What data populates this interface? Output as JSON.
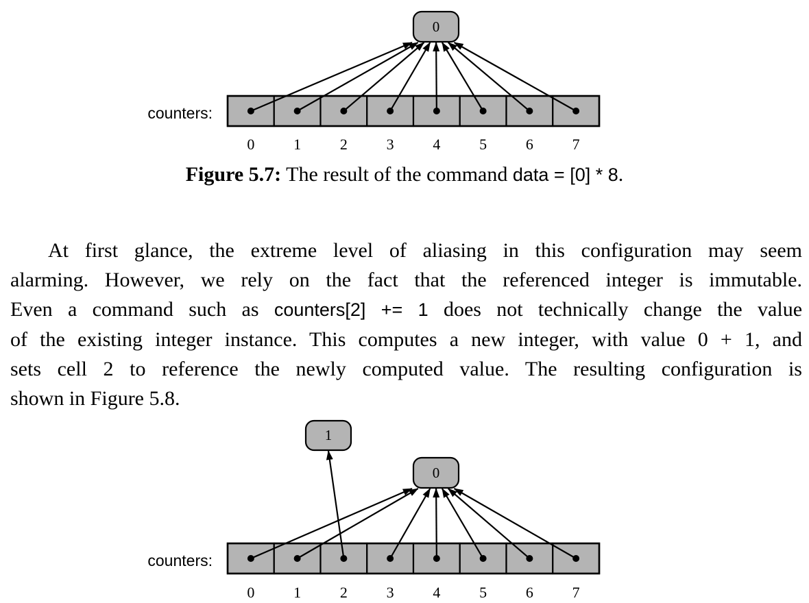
{
  "figure_5_7": {
    "array_label": "counters:",
    "node_value": "0",
    "indices": [
      "0",
      "1",
      "2",
      "3",
      "4",
      "5",
      "6",
      "7"
    ],
    "cell_targets": [
      "0",
      "0",
      "0",
      "0",
      "0",
      "0",
      "0",
      "0"
    ],
    "caption": {
      "label": "Figure 5.7:",
      "text": "The result of the command",
      "code": "data = [0] * 8",
      "end": "."
    }
  },
  "paragraph": {
    "lines": [
      "At first glance, the extreme level of aliasing in this configuration may seem",
      "alarming.  However, we rely on the fact that the referenced integer is immutable.",
      "of the existing integer instance. This computes a new integer, with value 0 + 1, and",
      "sets cell 2 to reference the newly computed value.  The resulting configuration is",
      "shown in Figure 5.8."
    ],
    "line3": {
      "before": "Even a command such as",
      "code": "counters[2] += 1",
      "after": "does not technically change the value"
    }
  },
  "figure_5_8": {
    "array_label": "counters:",
    "node_values": [
      "1",
      "0"
    ],
    "indices": [
      "0",
      "1",
      "2",
      "3",
      "4",
      "5",
      "6",
      "7"
    ],
    "cell_targets": [
      "0",
      "0",
      "1",
      "0",
      "0",
      "0",
      "0",
      "0"
    ]
  }
}
